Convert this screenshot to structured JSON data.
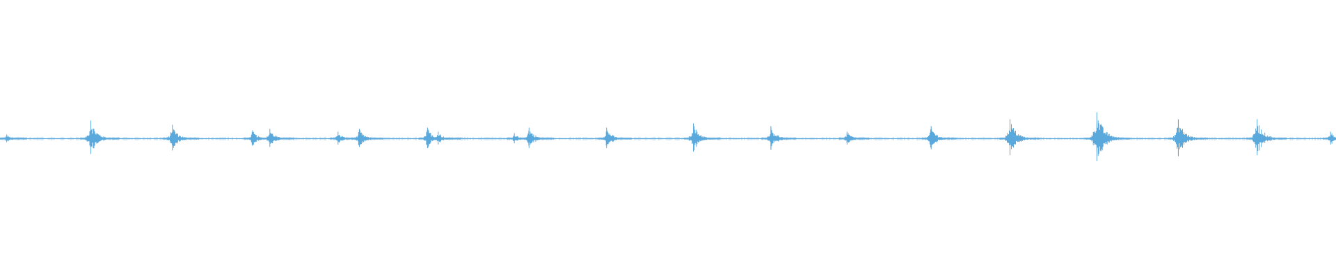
{
  "waveform": {
    "color": "#5aa9dc",
    "baseline_amplitude": 0.01,
    "bursts": [
      {
        "t": 0.005,
        "amp": 0.03
      },
      {
        "t": 0.068,
        "amp": 0.13
      },
      {
        "t": 0.129,
        "amp": 0.1
      },
      {
        "t": 0.189,
        "amp": 0.06
      },
      {
        "t": 0.202,
        "amp": 0.07
      },
      {
        "t": 0.253,
        "amp": 0.05
      },
      {
        "t": 0.269,
        "amp": 0.07
      },
      {
        "t": 0.32,
        "amp": 0.08
      },
      {
        "t": 0.328,
        "amp": 0.05
      },
      {
        "t": 0.385,
        "amp": 0.04
      },
      {
        "t": 0.396,
        "amp": 0.08
      },
      {
        "t": 0.454,
        "amp": 0.08
      },
      {
        "t": 0.519,
        "amp": 0.11
      },
      {
        "t": 0.577,
        "amp": 0.09
      },
      {
        "t": 0.634,
        "amp": 0.05
      },
      {
        "t": 0.697,
        "amp": 0.09
      },
      {
        "t": 0.756,
        "amp": 0.14
      },
      {
        "t": 0.821,
        "amp": 0.19
      },
      {
        "t": 0.882,
        "amp": 0.14
      },
      {
        "t": 0.941,
        "amp": 0.14
      },
      {
        "t": 0.996,
        "amp": 0.05
      }
    ]
  }
}
